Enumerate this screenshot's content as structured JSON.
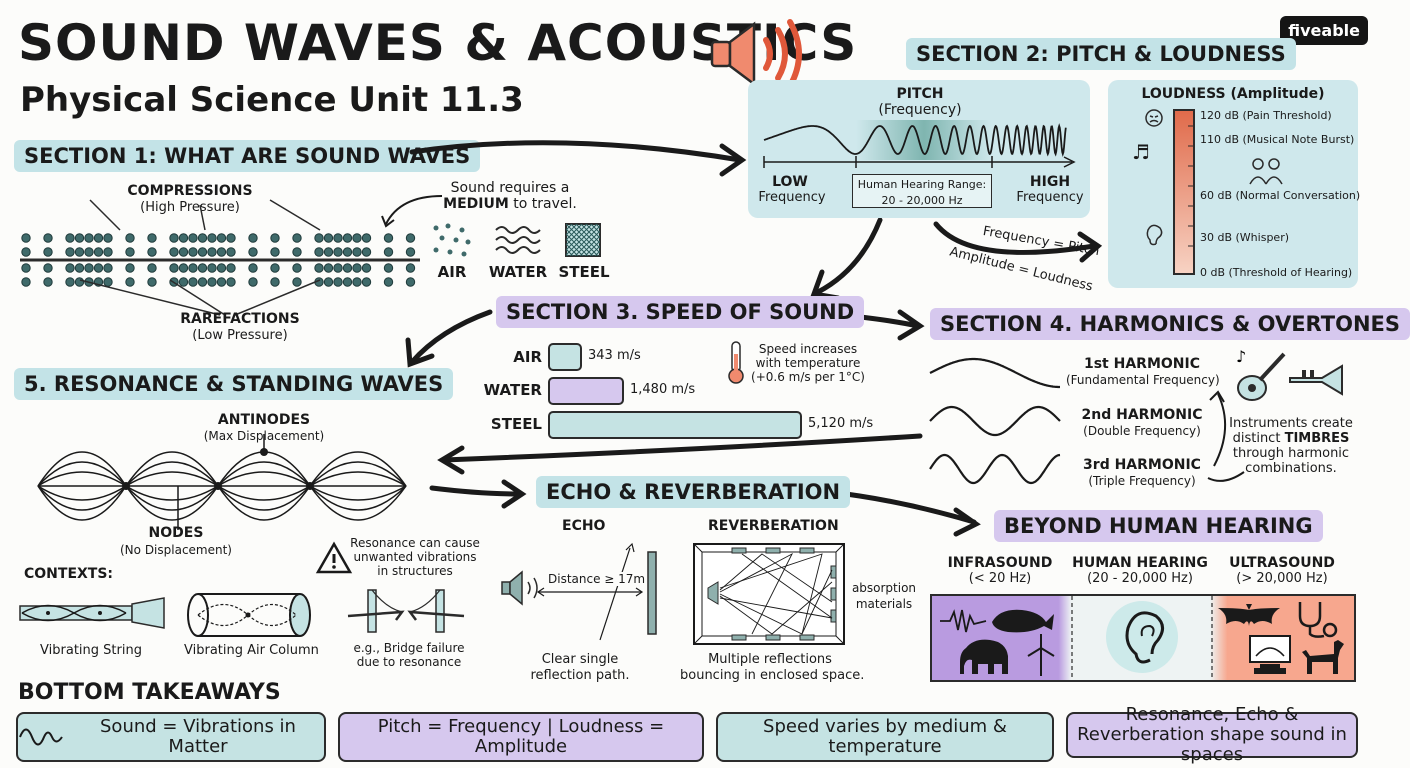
{
  "header": {
    "title": "SOUND WAVES & ACOUSTICS",
    "subtitle": "Physical Science Unit 11.3",
    "logo": "fiveable"
  },
  "section1": {
    "heading": "SECTION 1: WHAT ARE SOUND WAVES",
    "compressions": "COMPRESSIONS",
    "compressions_note": "(High Pressure)",
    "rarefactions": "RAREFACTIONS",
    "rarefactions_note": "(Low Pressure)",
    "medium_line1": "Sound requires a",
    "medium_bold": "MEDIUM",
    "medium_line2": "to travel.",
    "media": [
      "AIR",
      "WATER",
      "STEEL"
    ]
  },
  "section2": {
    "heading": "SECTION 2: PITCH & LOUDNESS",
    "pitch_title": "PITCH",
    "pitch_sub": "(Frequency)",
    "low": "LOW",
    "low_sub": "Frequency",
    "high": "HIGH",
    "high_sub": "Frequency",
    "range_label": "Human Hearing Range:",
    "range_value": "20 - 20,000 Hz",
    "loudness_title": "LOUDNESS (Amplitude)",
    "db_levels": [
      "120 dB (Pain Threshold)",
      "110 dB (Musical Note Burst)",
      "60 dB (Normal Conversation)",
      "30 dB (Whisper)",
      "0 dB (Threshold of Hearing)"
    ],
    "freq_pitch": "Frequency = Pitch",
    "amp_loud": "Amplitude = Loudness"
  },
  "section3": {
    "heading": "SECTION 3. SPEED OF SOUND",
    "speeds": [
      {
        "medium": "AIR",
        "value": "343 m/s",
        "mps": 343
      },
      {
        "medium": "WATER",
        "value": "1,480 m/s",
        "mps": 1480
      },
      {
        "medium": "STEEL",
        "value": "5,120 m/s",
        "mps": 5120
      }
    ],
    "temp_note_1": "Speed increases",
    "temp_note_2": "with temperature",
    "temp_note_3": "(+0.6 m/s per 1°C)"
  },
  "section4": {
    "heading": "SECTION 4. HARMONICS & OVERTONES",
    "harmonics": [
      {
        "name": "1st HARMONIC",
        "note": "(Fundamental Frequency)"
      },
      {
        "name": "2nd HARMONIC",
        "note": "(Double Frequency)"
      },
      {
        "name": "3rd HARMONIC",
        "note": "(Triple Frequency)"
      }
    ],
    "timbre_1": "Instruments create",
    "timbre_2": "distinct",
    "timbre_bold": "TIMBRES",
    "timbre_3": "through harmonic",
    "timbre_4": "combinations."
  },
  "section5": {
    "heading": "5. RESONANCE & STANDING WAVES",
    "antinodes": "ANTINODES",
    "antinodes_note": "(Max Displacement)",
    "nodes": "NODES",
    "nodes_note": "(No Displacement)",
    "warning_1": "Resonance can cause",
    "warning_2": "unwanted vibrations",
    "warning_3": "in structures",
    "contexts": "CONTEXTS:",
    "context_items": [
      "Vibrating String",
      "Vibrating Air Column"
    ],
    "bridge_1": "e.g., Bridge failure",
    "bridge_2": "due to resonance"
  },
  "echo": {
    "heading": "ECHO & REVERBERATION",
    "echo_label": "ECHO",
    "reverb_label": "REVERBERATION",
    "distance": "Distance ≥ 17m",
    "echo_caption_1": "Clear single",
    "echo_caption_2": "reflection path.",
    "reverb_caption_1": "Multiple reflections",
    "reverb_caption_2": "bouncing in enclosed space.",
    "absorption_1": "absorption",
    "absorption_2": "materials"
  },
  "beyond": {
    "heading": "BEYOND HUMAN HEARING",
    "bands": [
      {
        "name": "INFRASOUND",
        "range": "(< 20 Hz)"
      },
      {
        "name": "HUMAN HEARING",
        "range": "(20 - 20,000 Hz)"
      },
      {
        "name": "ULTRASOUND",
        "range": "(> 20,000 Hz)"
      }
    ]
  },
  "takeaways": {
    "heading": "BOTTOM TAKEAWAYS",
    "items": [
      "Sound = Vibrations in Matter",
      "Pitch = Frequency | Loudness = Amplitude",
      "Speed varies by medium & temperature",
      "Resonance, Echo & Reverberation shape sound in spaces"
    ]
  },
  "colors": {
    "blue": "#c3e3e7",
    "purple": "#d6c8ee",
    "teal_bar": "#c5e3e3",
    "speaker": "#f08a6e",
    "ultra": "#f7a78e",
    "infra": "#b99be0"
  },
  "icons": [
    "speaker-icon",
    "thermometer-icon",
    "guitar-icon",
    "trumpet-icon",
    "warning-icon",
    "ear-icon",
    "whale-icon",
    "elephant-icon",
    "bat-icon",
    "dog-icon",
    "wind-turbine-icon",
    "stethoscope-icon",
    "ultrasound-monitor-icon",
    "wave-icon"
  ]
}
